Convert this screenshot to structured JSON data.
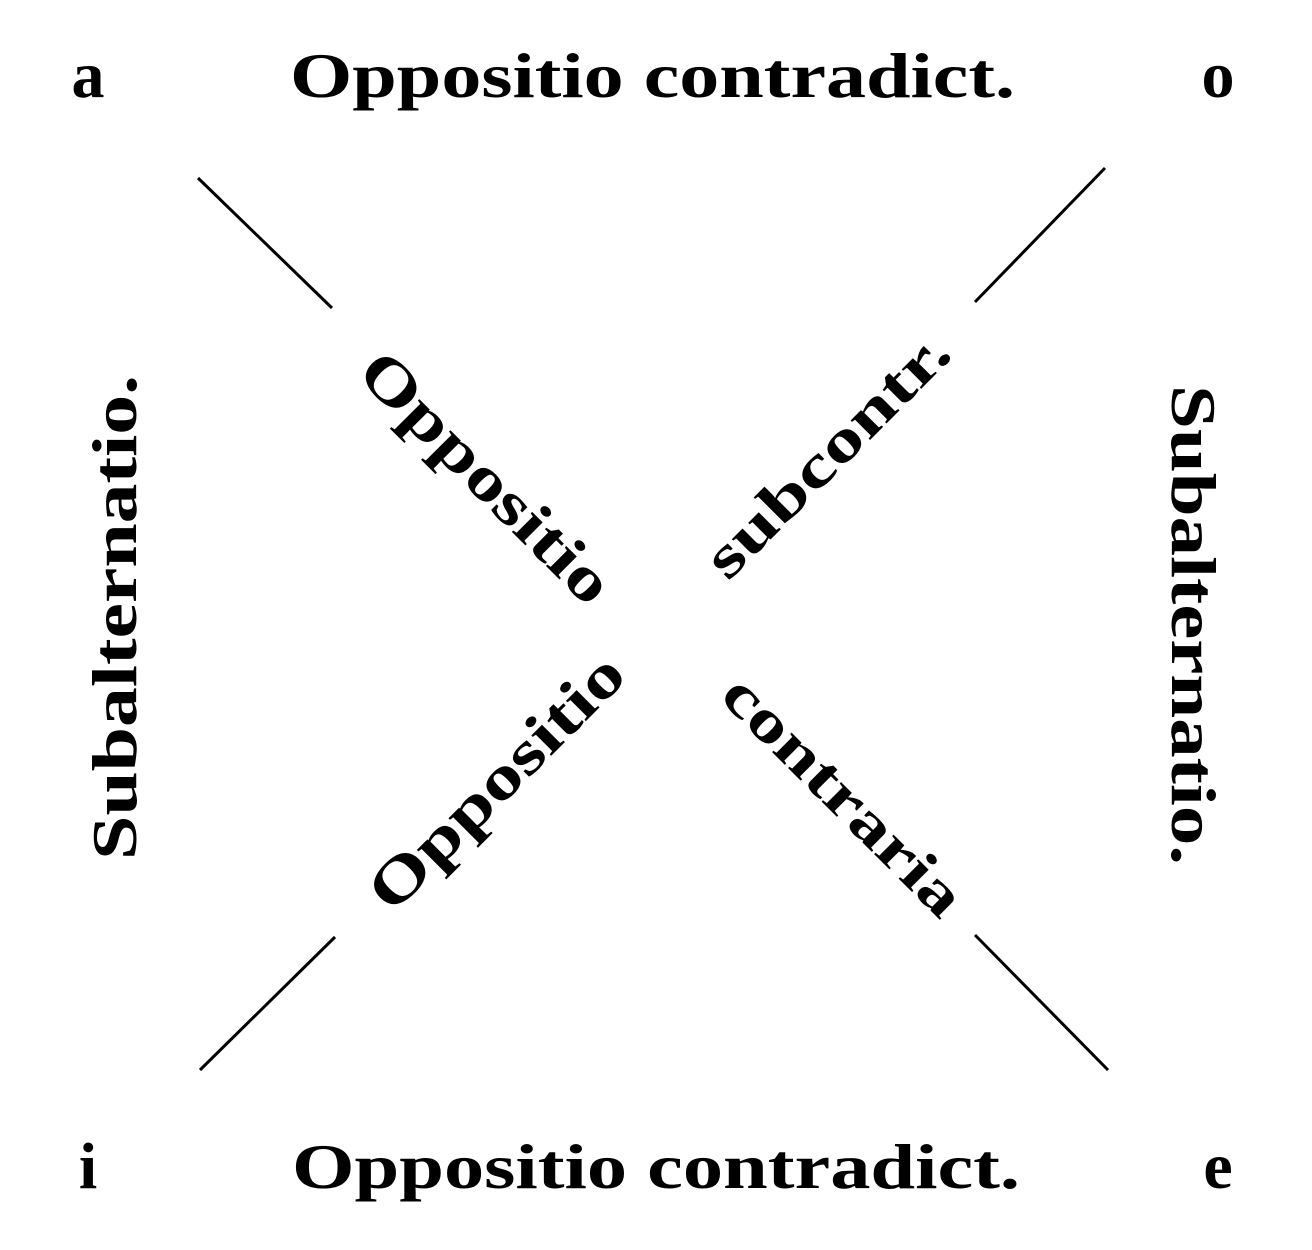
{
  "corners": {
    "top_left": "a",
    "top_right": "o",
    "bottom_left": "i",
    "bottom_right": "e"
  },
  "edges": {
    "top": "Oppositio contradict.",
    "bottom": "Oppositio contradict.",
    "left": "Subalternatio.",
    "right": "Subalternatio."
  },
  "diagonals": {
    "upper_left": "Oppositio",
    "upper_right": "subcontr.",
    "lower_left": "Oppositio",
    "lower_right": "contraria"
  }
}
